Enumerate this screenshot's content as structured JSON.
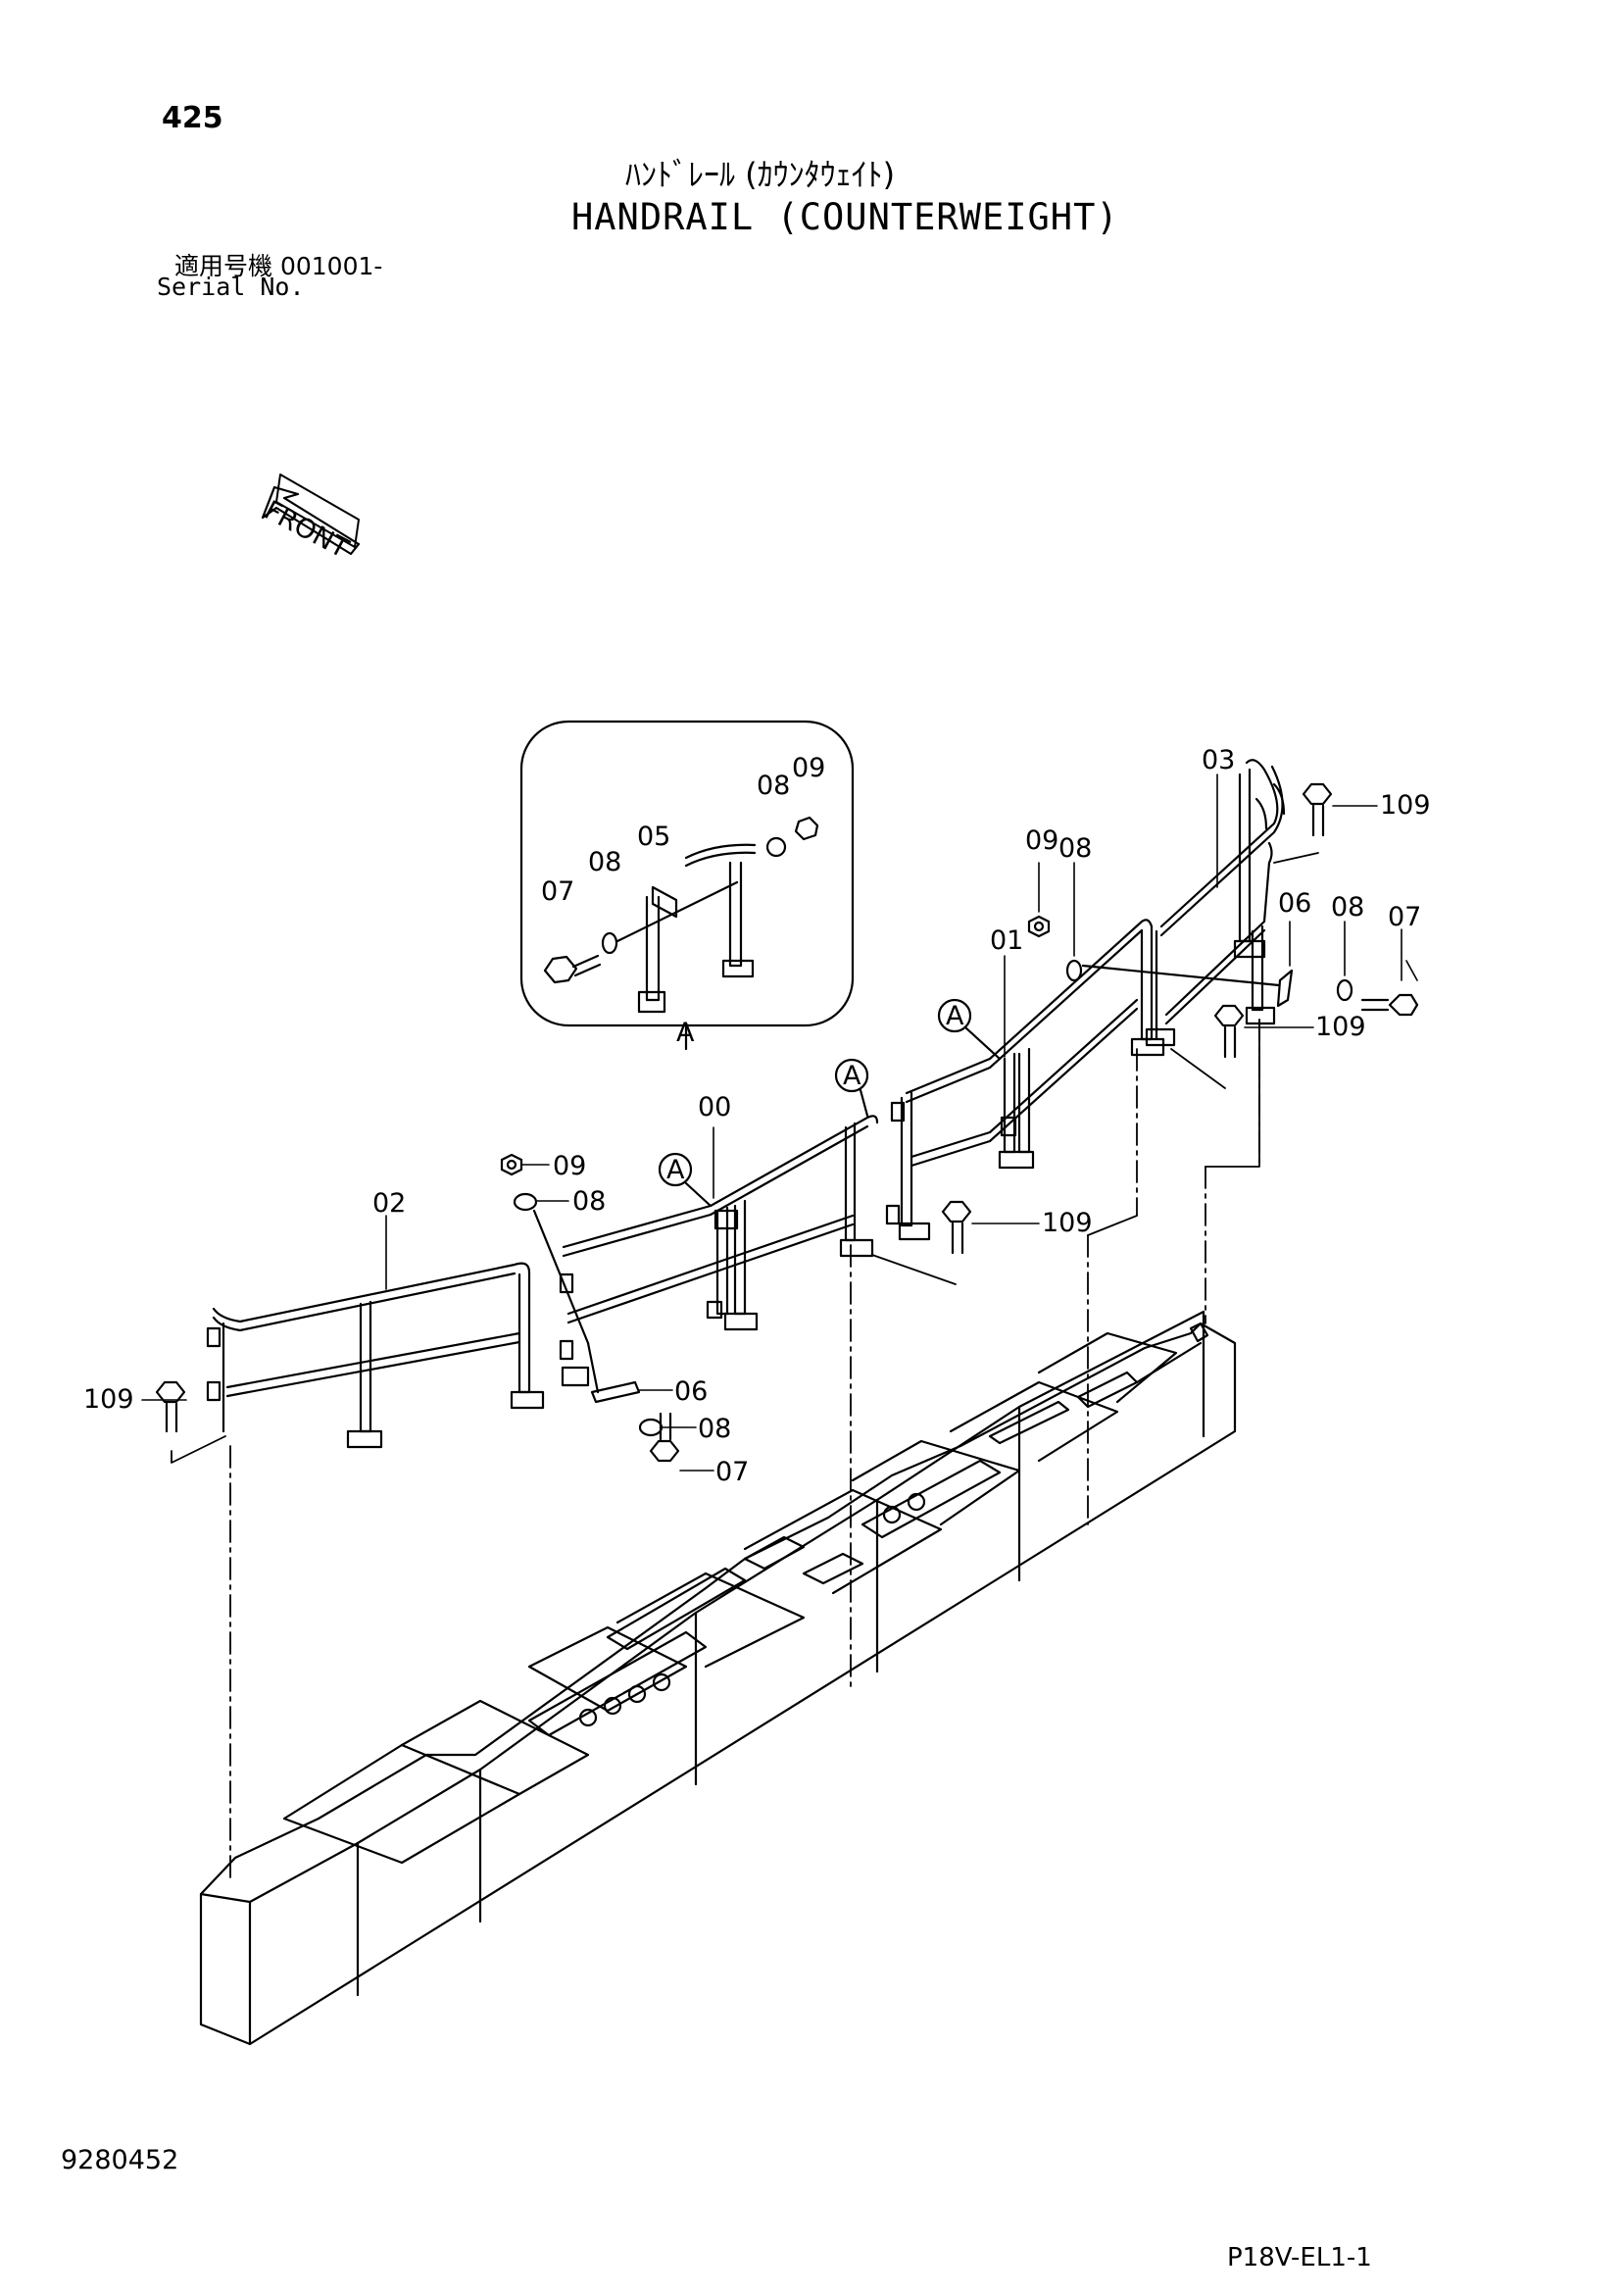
{
  "page": {
    "page_number": "425",
    "title_jp": "ﾊﾝﾄﾞﾚｰﾙ (ｶｳﾝﾀｳｪｲﾄ)",
    "title_en": "HANDRAIL (COUNTERWEIGHT)",
    "serial_jp": "適用号機 001001-",
    "serial_en": "Serial No.",
    "drawing_number": "9280452",
    "sheet_code": "P18V-EL1-1"
  },
  "front_arrow": {
    "label": "FRONT"
  },
  "detail_view": {
    "name": "A",
    "labels": [
      "07",
      "08",
      "05",
      "08",
      "09"
    ]
  },
  "callouts": {
    "c00": "00",
    "c01": "01",
    "c02": "02",
    "c03": "03",
    "c05": "05",
    "c06a": "06",
    "c06b": "06",
    "c07a": "07",
    "c07b": "07",
    "c07c": "07",
    "c08a": "08",
    "c08b": "08",
    "c08c": "08",
    "c08d": "08",
    "c08e": "08",
    "c08f": "08",
    "c09a": "09",
    "c09b": "09",
    "c09c": "09",
    "c109a": "109",
    "c109b": "109",
    "c109c": "109",
    "c109d": "109",
    "ref_a1": "A",
    "ref_a2": "A",
    "ref_a3": "A",
    "detail_a": "A"
  }
}
